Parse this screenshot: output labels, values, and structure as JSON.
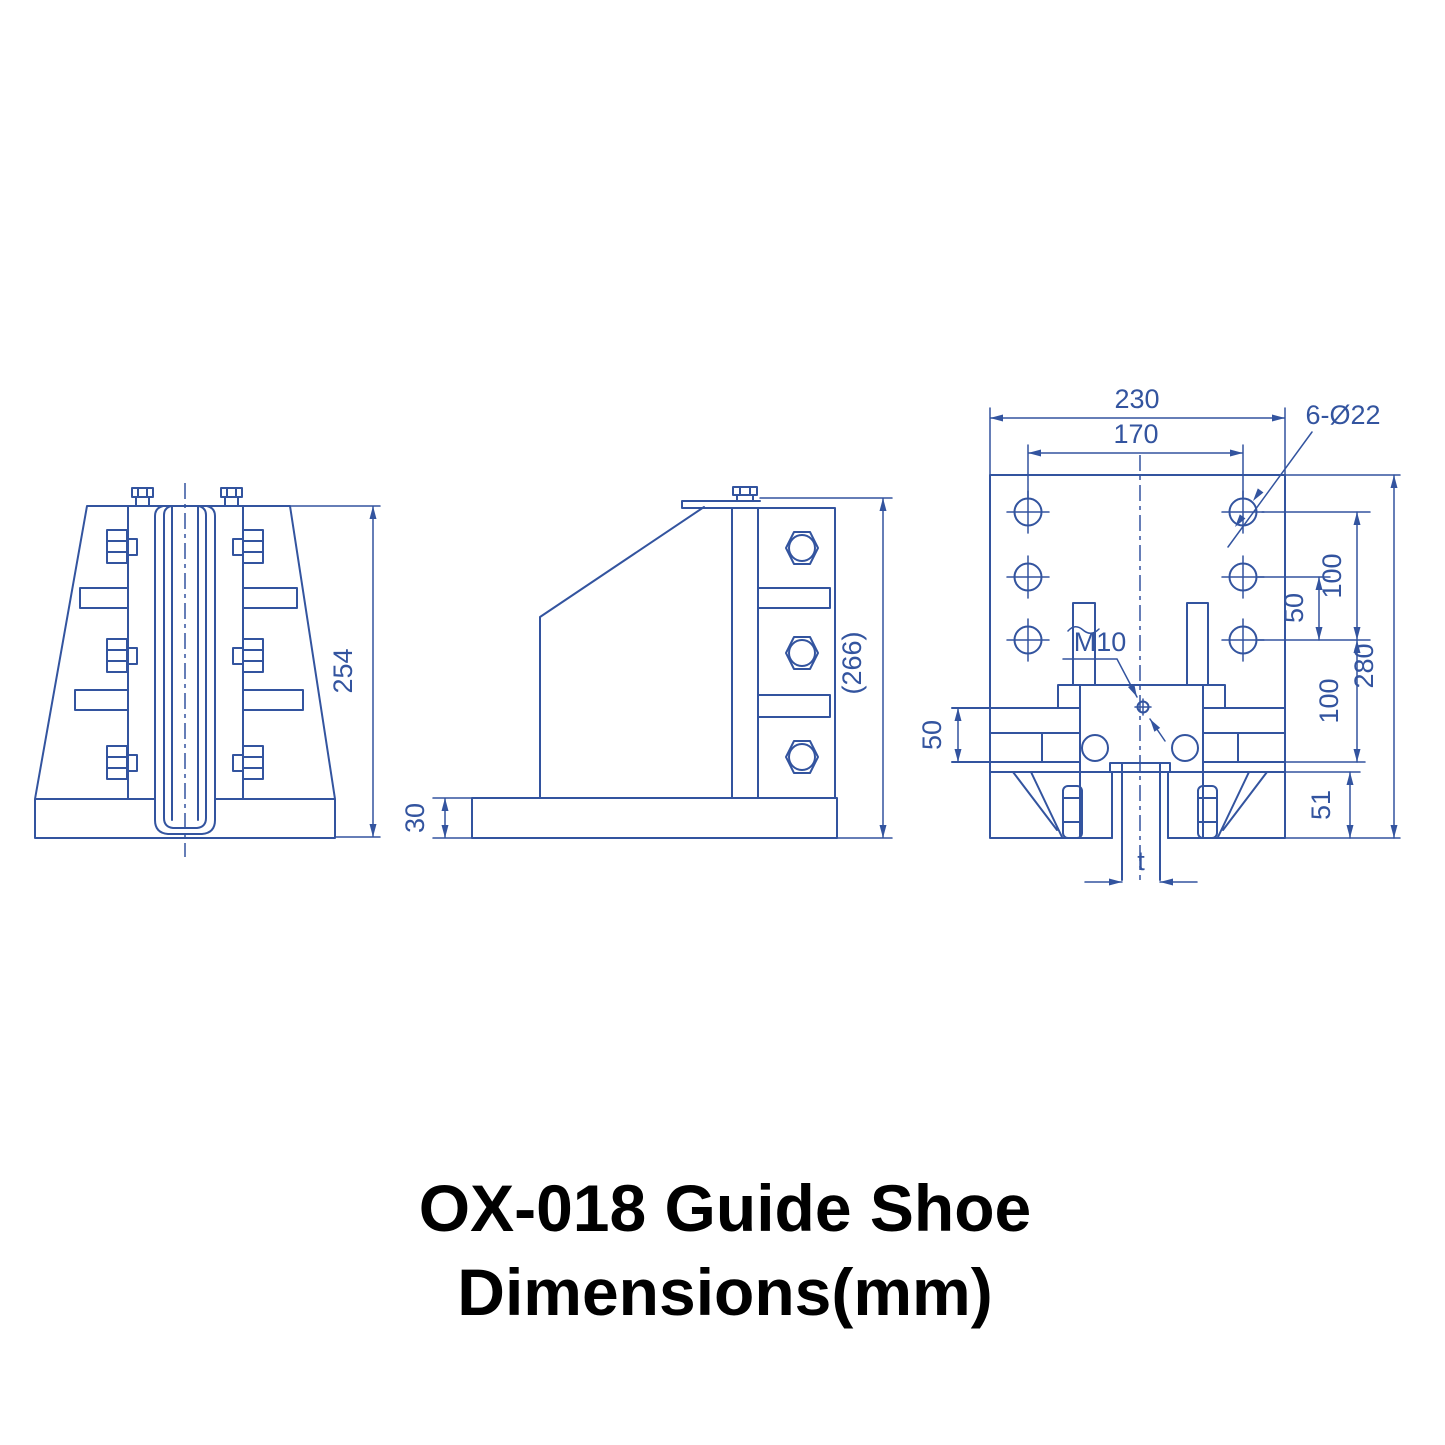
{
  "title": {
    "line1": "OX-018 Guide Shoe",
    "line2": "Dimensions(mm)"
  },
  "colors": {
    "line_blue": "#33549F",
    "title_text": "#000000",
    "background": "#FFFFFF"
  },
  "views": {
    "front_view": {
      "overall_height": "254"
    },
    "side_view": {
      "base_thickness": "30",
      "overall_height_ref": "(266)"
    },
    "rear_view": {
      "plate_width": "230",
      "hole_spacing_horizontal": "170",
      "hole_callout": "6-Ø22",
      "hole_row_span": "100",
      "hole_row_half_span": "50",
      "clamp_plate_height": "50",
      "thread_callout": "M10",
      "lower_section_height": "100",
      "overall_height": "280",
      "bottom_bracket_height": "51",
      "rail_thickness": "t"
    }
  }
}
